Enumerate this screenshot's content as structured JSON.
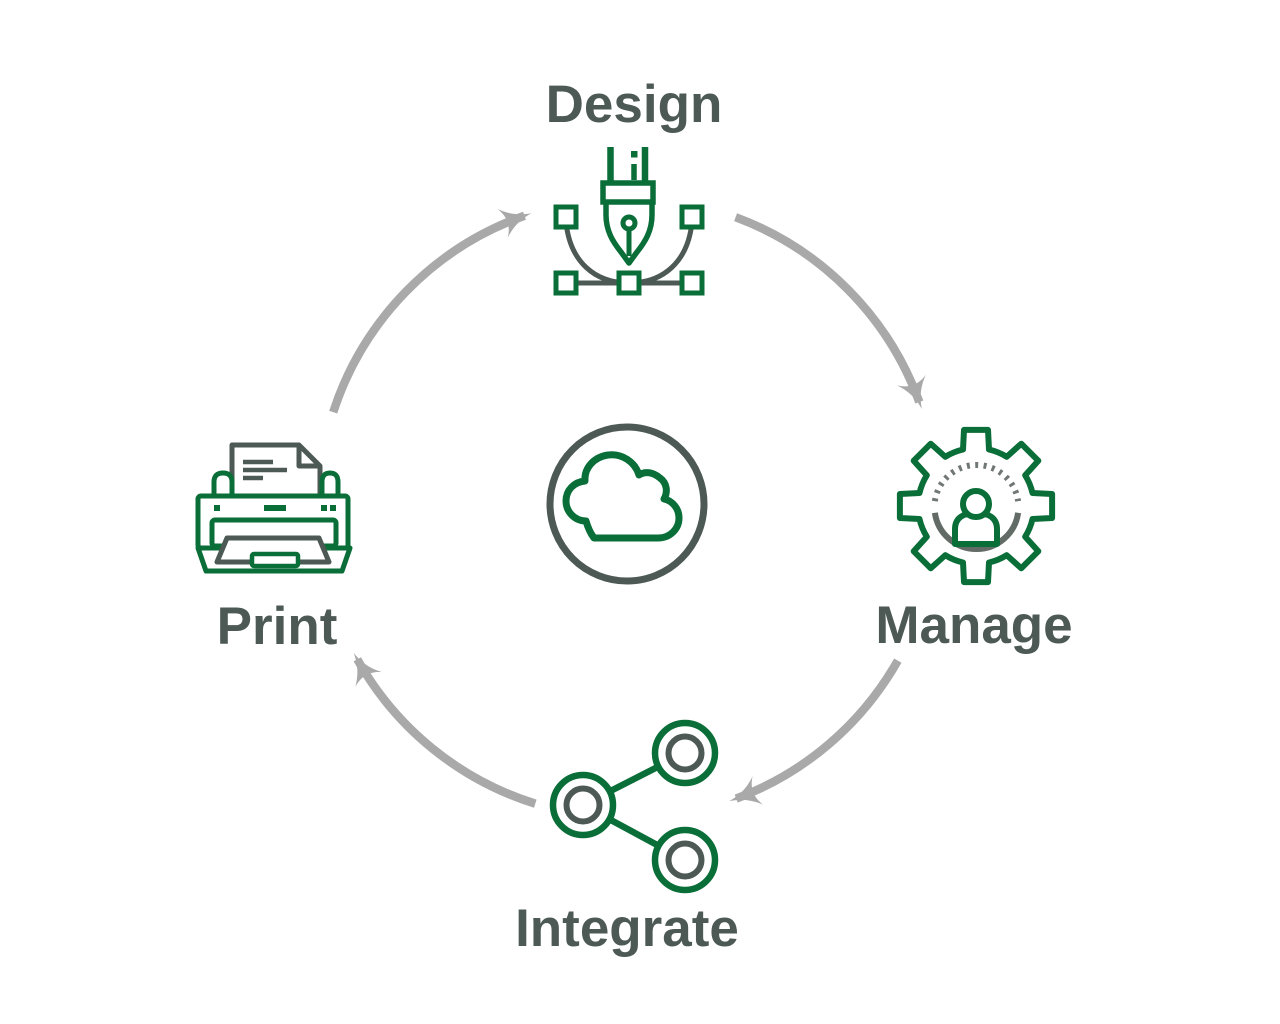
{
  "diagram": {
    "type": "cycle-process-diagram",
    "background": "#ffffff",
    "center": {
      "icon": "cloud-icon"
    },
    "nodes": [
      {
        "label": "Design",
        "icon": "pen-tool-icon",
        "position": "top"
      },
      {
        "label": "Manage",
        "icon": "gear-user-icon",
        "position": "right"
      },
      {
        "label": "Integrate",
        "icon": "share-nodes-icon",
        "position": "bottom"
      },
      {
        "label": "Print",
        "icon": "printer-icon",
        "position": "left"
      }
    ],
    "arrows": [
      {
        "from": "Print",
        "to": "Design"
      },
      {
        "from": "Design",
        "to": "Manage"
      },
      {
        "from": "Manage",
        "to": "Integrate"
      },
      {
        "from": "Integrate",
        "to": "Print"
      }
    ],
    "flow_direction": "clockwise",
    "colors": {
      "green": "#0a6e38",
      "dark_gray": "#4d5955",
      "mid_gray": "#636b67",
      "arrow_gray": "#a9a9a9"
    }
  }
}
